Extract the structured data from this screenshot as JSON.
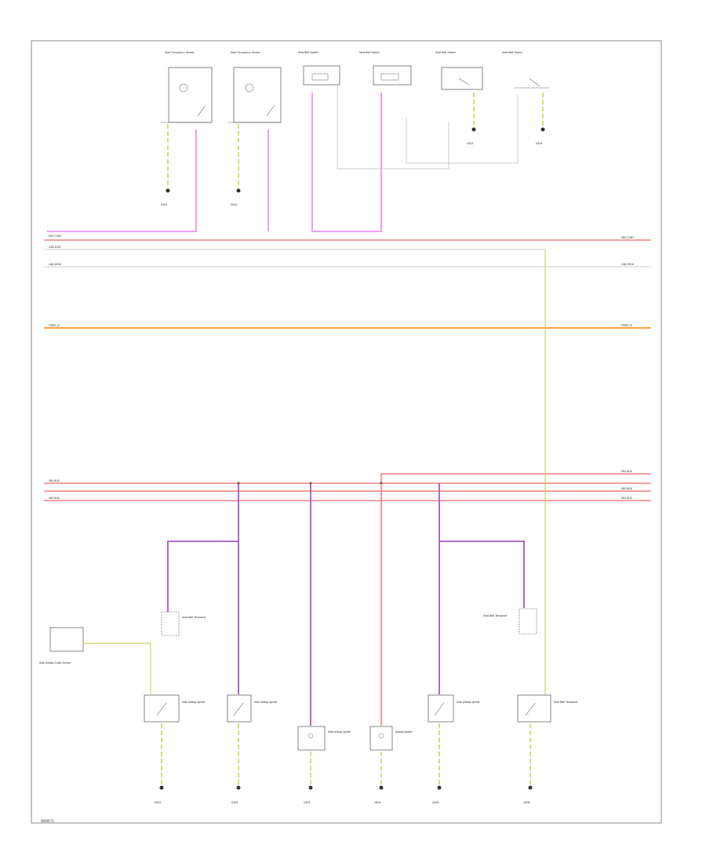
{
  "title": "",
  "footer_code": "W09071",
  "colors": {
    "pink": "#ee82ee",
    "red": "#f08080",
    "orange": "#ffa040",
    "purple": "#9933aa",
    "yellow": "#d0d060",
    "white": "#dddddd",
    "frame": "#888888"
  },
  "top_components": [
    {
      "label": "Seat Occupancy Sensor",
      "kind": "sensor"
    },
    {
      "label": "Seat Occupancy Sensor",
      "kind": "sensor"
    },
    {
      "label": "Seat Belt Switch",
      "kind": "module"
    },
    {
      "label": "Seat Belt Switch",
      "kind": "module"
    },
    {
      "label": "Seat Belt Switch",
      "kind": "switch"
    },
    {
      "label": "Seat Belt Switch",
      "kind": "switch"
    }
  ],
  "top_grounds": [
    "G501",
    "G502",
    "G503",
    "G504"
  ],
  "buses": [
    {
      "left": "SRS CONT",
      "right": "SRS CONT",
      "color": "red"
    },
    {
      "left": "CAN LOW",
      "right": "",
      "color": "white"
    },
    {
      "left": "CAN HIGH",
      "right": "CAN HIGH",
      "color": "white"
    },
    {
      "left": "TERM 15",
      "right": "TERM 15",
      "color": "orange"
    },
    {
      "left": "",
      "right": "SRS BUS",
      "color": "red"
    },
    {
      "left": "SRS BUS",
      "right": "SRS BUS",
      "color": "red"
    },
    {
      "left": "SRS BUS",
      "right": "SRS BUS",
      "color": "red"
    }
  ],
  "bottom_components": [
    {
      "label": "Side Airbag Igniter"
    },
    {
      "label": "Side Airbag Igniter"
    },
    {
      "label": "Side Airbag Igniter"
    },
    {
      "label": "Airbag Igniter"
    },
    {
      "label": "Side Airbag Igniter"
    },
    {
      "label": "Seat Belt Tensioner"
    }
  ],
  "extra_component_labels": {
    "left_module": "Side Airbag Crash Sensor",
    "left_small_switch": "Seat Belt Tensioner",
    "right_small_switch": "Seat Belt Tensioner"
  },
  "bottom_grounds": [
    "G401",
    "G402",
    "G403",
    "G404",
    "G405",
    "G406"
  ]
}
